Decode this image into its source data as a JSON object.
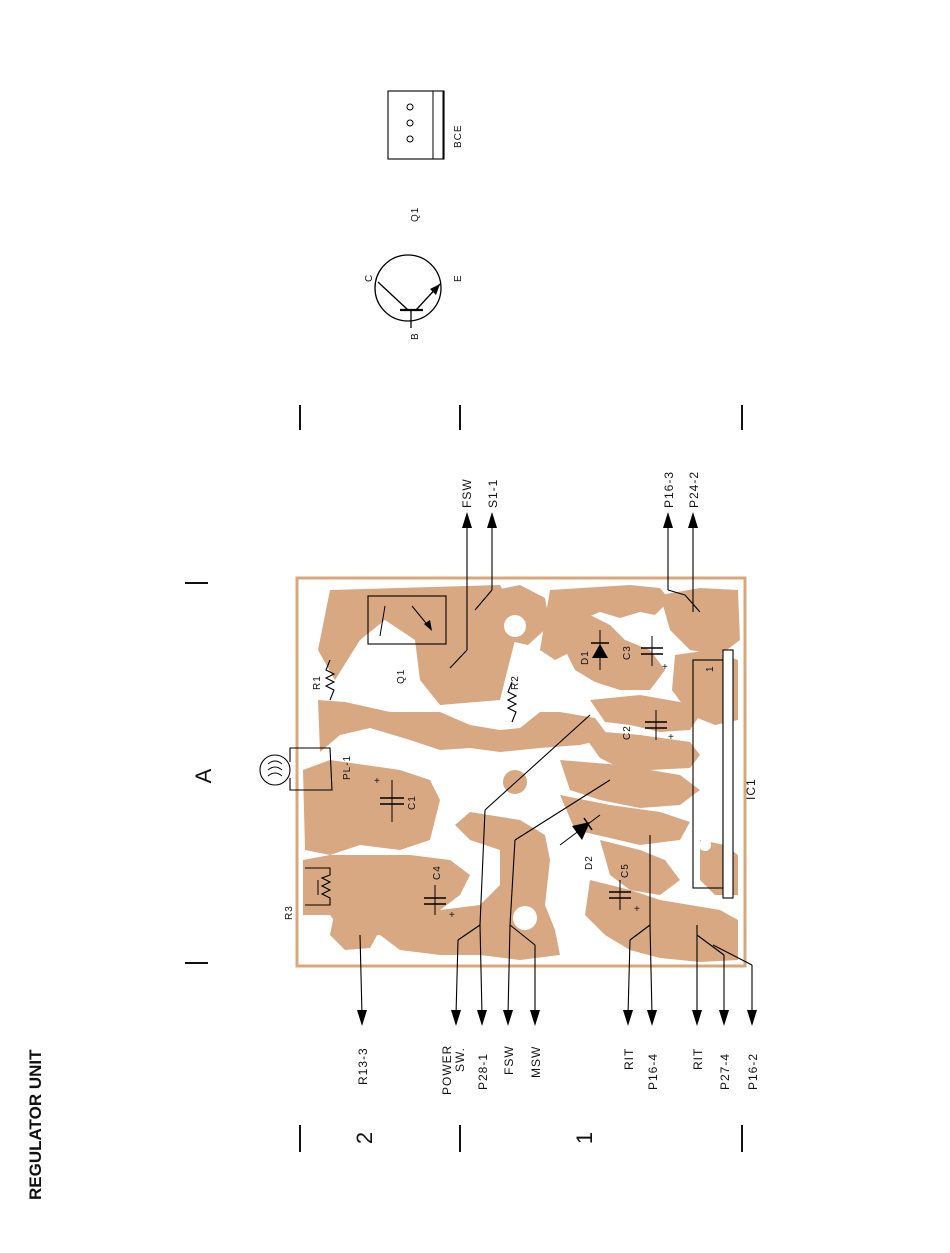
{
  "page_title": "REGULATOR UNIT",
  "grid": {
    "col_label": "A",
    "row_label_top": "2",
    "row_label_bottom": "1"
  },
  "transistor": {
    "symbol_name": "Q1",
    "pin_b": "B",
    "pin_c": "C",
    "pin_e": "E",
    "package_pins": "BCE"
  },
  "board": {
    "colors": {
      "copper": "#d7a882",
      "outline": "#d9a77a",
      "background": "#ffffff"
    },
    "components": {
      "r1": "R1",
      "r2": "R2",
      "r3": "R3",
      "q1": "Q1",
      "d1": "D1",
      "d2": "D2",
      "c1": "C1",
      "c2": "C2",
      "c3": "C3",
      "c4": "C4",
      "c5": "C5",
      "pl1": "PL-1",
      "ic1": "IC1",
      "ic_pin1": "1"
    }
  },
  "connections": {
    "top": {
      "fsw": "FSW",
      "s1_1": "S1-1",
      "p16_3": "P16-3",
      "p24_2": "P24-2"
    },
    "bottom": {
      "r13_3": "R13-3",
      "power_sw_1": "POWER",
      "power_sw_2": "SW.",
      "p28_1": "P28-1",
      "fsw": "FSW",
      "msw": "MSW",
      "rit_1": "RIT",
      "p16_4": "P16-4",
      "rit_2": "RIT",
      "p27_4": "P27-4",
      "p16_2": "P16-2"
    }
  }
}
